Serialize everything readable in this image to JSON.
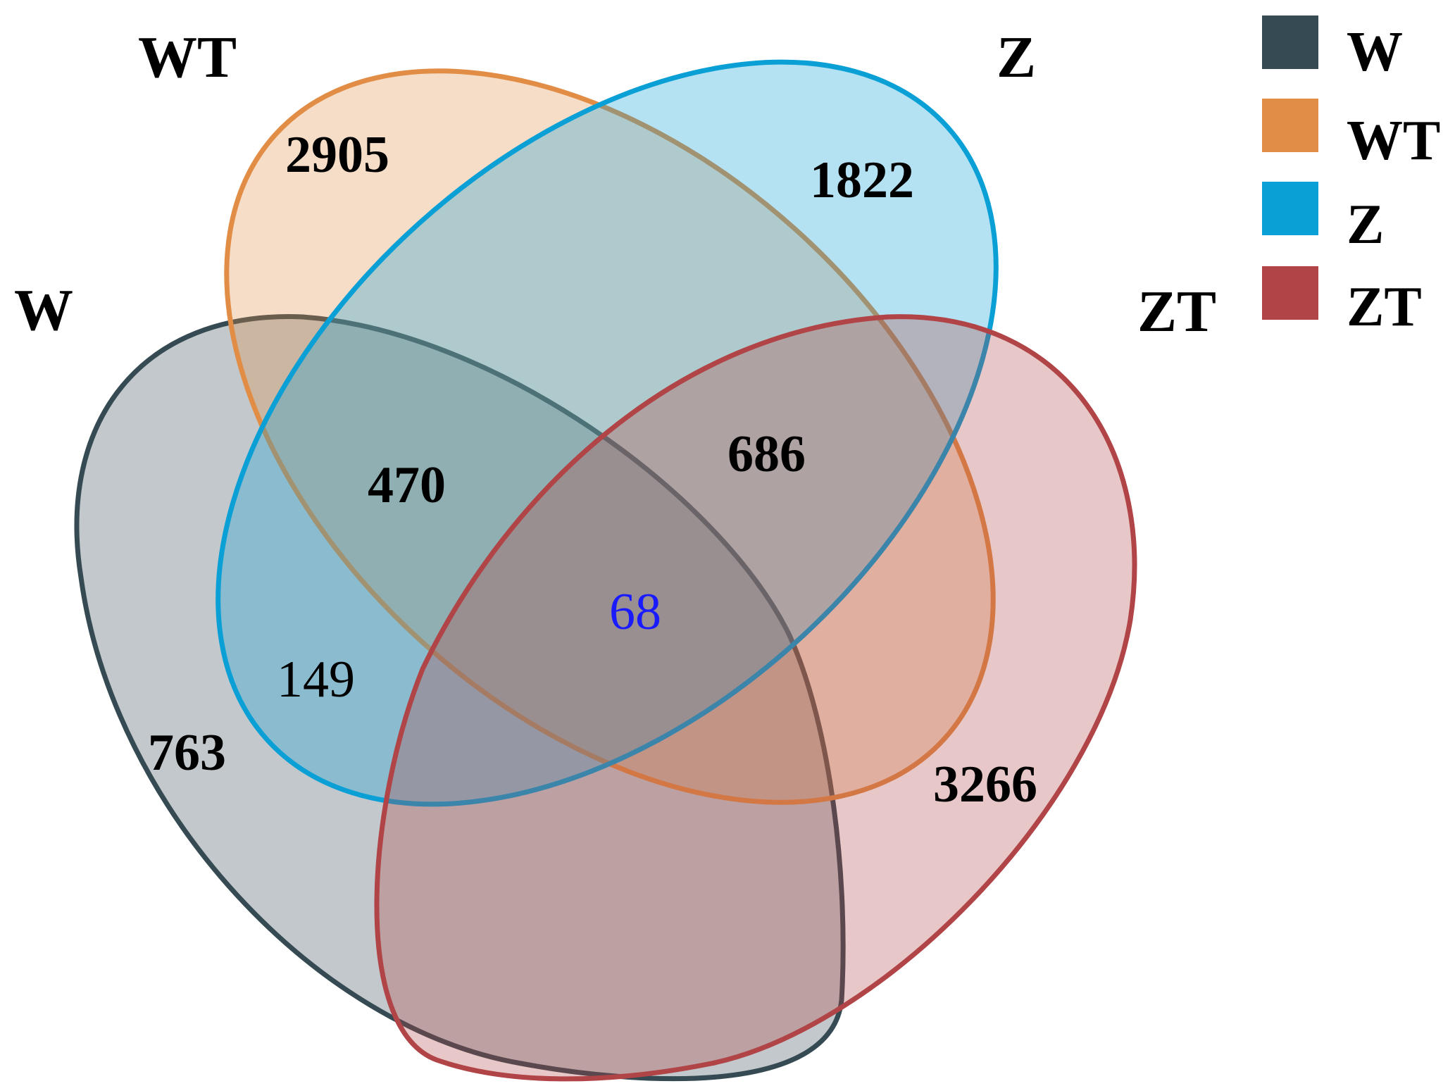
{
  "sets": [
    {
      "id": "W",
      "label": "W",
      "color": "#354a52"
    },
    {
      "id": "WT",
      "label": "WT",
      "color": "#e28d46"
    },
    {
      "id": "Z",
      "label": "Z",
      "color": "#0aa0d6"
    },
    {
      "id": "ZT",
      "label": "ZT",
      "color": "#b04446"
    }
  ],
  "legend": [
    {
      "label": "W",
      "color": "#354a52"
    },
    {
      "label": "WT",
      "color": "#e28d46"
    },
    {
      "label": "Z",
      "color": "#0aa0d6"
    },
    {
      "label": "ZT",
      "color": "#b04446"
    }
  ],
  "counts": {
    "wt_only": "2905",
    "z_only": "1822",
    "w_only": "763",
    "zt_only": "3266",
    "w_wt_z": "470",
    "wt_z_zt": "686",
    "w_z": "149",
    "all": "68"
  },
  "highlight_color": "#1a1aff"
}
